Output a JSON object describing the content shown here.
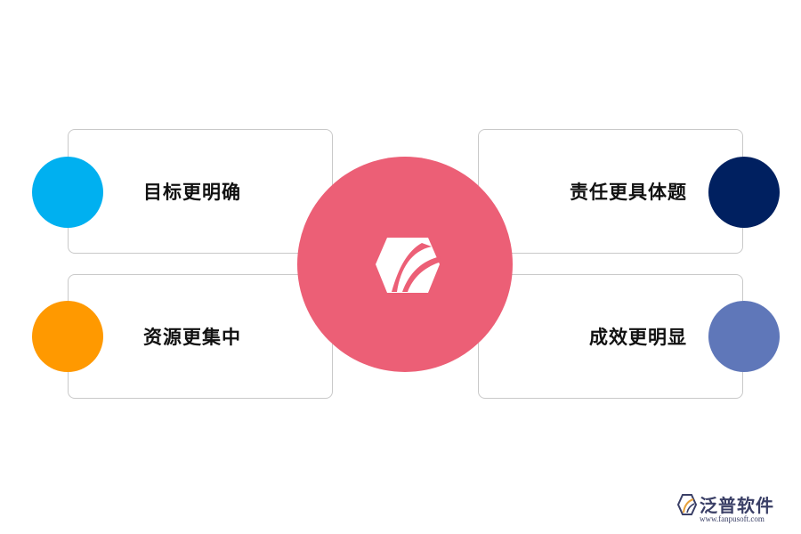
{
  "items": {
    "top_left": {
      "label": "目标更明确",
      "color": "#00b0f0"
    },
    "bottom_left": {
      "label": "资源更集中",
      "color": "#ff9900"
    },
    "top_right": {
      "label": "责任更具体题",
      "color": "#002060"
    },
    "bottom_right": {
      "label": "成效更明显",
      "color": "#5f77b9"
    }
  },
  "center": {
    "color": "#ec5f76",
    "icon": "hexagon-leaf-logo-icon"
  },
  "brand": {
    "name": "泛普软件",
    "url": "www.fanpusoft.com",
    "icon": "fanpu-logo-icon",
    "color": "#3a3f66"
  }
}
